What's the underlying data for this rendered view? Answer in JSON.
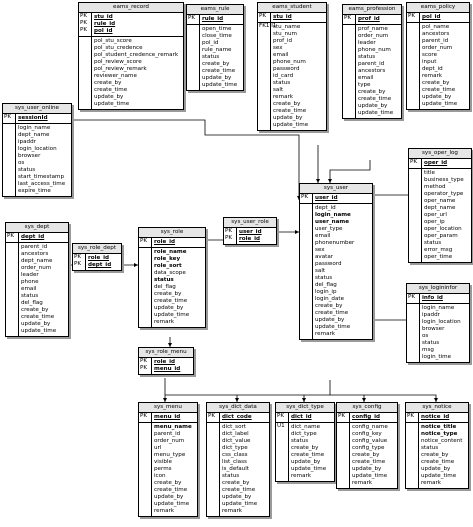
{
  "tables": [
    {
      "id": "eams_record",
      "title": "eams_record",
      "sections": [
        {
          "keys": [
            "PK",
            "PK",
            "PK"
          ],
          "fields": [
            "stu_id",
            "rule_id",
            "pol_id"
          ],
          "bold": true
        },
        {
          "keys": [],
          "fields": [
            "pol_stu_score",
            "pol_stu_credence",
            "pol_student_credence_remark",
            "pol_review_score",
            "pol_review_remark",
            "reviewer_name",
            "create_by",
            "create_time",
            "update_by",
            "update_time"
          ]
        }
      ]
    },
    {
      "id": "eams_rule",
      "title": "eams_rule",
      "sections": [
        {
          "keys": [
            "PK"
          ],
          "fields": [
            "rule_id"
          ],
          "bold": true
        },
        {
          "keys": [],
          "fields": [
            "open_time",
            "close_time",
            "pol_id",
            "rule_name",
            "status",
            "create_by",
            "create_time",
            "update_by",
            "update_time"
          ]
        }
      ]
    },
    {
      "id": "eams_student",
      "title": "eams_student",
      "sections": [
        {
          "keys": [
            "PK"
          ],
          "fields": [
            "stu_id"
          ],
          "bold": true
        },
        {
          "keys": [
            "FK1,I1"
          ],
          "fields": [
            "stu_name",
            "stu_num",
            "prof_id",
            "sex",
            "email",
            "phone_num",
            "password",
            "id_card",
            "status",
            "salt",
            "remark",
            "create_by",
            "create_time",
            "update_by",
            "update_time"
          ]
        }
      ]
    },
    {
      "id": "eams_profession",
      "title": "eams_profession",
      "sections": [
        {
          "keys": [
            "PK"
          ],
          "fields": [
            "prof_id"
          ],
          "bold": true
        },
        {
          "keys": [],
          "fields": [
            "prof_name",
            "order_num",
            "leader",
            "phone_num",
            "status",
            "parent_id",
            "ancestors",
            "email",
            "type",
            "create_by",
            "create_time",
            "update_by",
            "update_time"
          ]
        }
      ]
    },
    {
      "id": "eams_policy",
      "title": "eams_policy",
      "sections": [
        {
          "keys": [
            "PK"
          ],
          "fields": [
            "pol_id"
          ],
          "bold": true
        },
        {
          "keys": [],
          "fields": [
            "pol_name",
            "ancestors",
            "parent_id",
            "order_num",
            "score",
            "input",
            "dept_id",
            "remark",
            "create_by",
            "create_time",
            "update_by",
            "update_time"
          ]
        }
      ]
    },
    {
      "id": "sys_user_online",
      "title": "sys_user_online",
      "sections": [
        {
          "keys": [
            "PK"
          ],
          "fields": [
            "sessionId"
          ],
          "bold": true
        },
        {
          "keys": [],
          "fields": [
            "login_name",
            "dept_name",
            "ipaddr",
            "login_location",
            "browser",
            "os",
            "status",
            "start_timestamp",
            "last_access_time",
            "expire_time"
          ]
        }
      ]
    },
    {
      "id": "sys_oper_log",
      "title": "sys_oper_log",
      "sections": [
        {
          "keys": [
            "PK"
          ],
          "fields": [
            "oper_id"
          ],
          "bold": true
        },
        {
          "keys": [],
          "fields": [
            "title",
            "business_type",
            "method",
            "operator_type",
            "oper_name",
            "dept_name",
            "oper_url",
            "oper_ip",
            "oper_location",
            "oper_param",
            "status",
            "error_msg",
            "oper_time"
          ]
        }
      ]
    },
    {
      "id": "sys_user",
      "title": "sys_user",
      "sections": [
        {
          "keys": [
            "PK"
          ],
          "fields": [
            "user_id"
          ],
          "bold": true
        },
        {
          "keys": [],
          "fields": [
            "dept_id",
            "login_name",
            "user_name",
            "user_type",
            "email",
            "phonenumber",
            "sex",
            "avatar",
            "password",
            "salt",
            "status",
            "del_flag",
            "login_ip",
            "login_date",
            "create_by",
            "create_time",
            "update_by",
            "update_time",
            "remark"
          ],
          "boldItems": [
            "login_name",
            "user_name"
          ]
        }
      ]
    },
    {
      "id": "sys_user_role",
      "title": "sys_user_role",
      "sections": [
        {
          "keys": [
            "PK",
            "PK"
          ],
          "fields": [
            "user_id",
            "role_id"
          ],
          "bold": true
        }
      ]
    },
    {
      "id": "sys_dept",
      "title": "sys_dept",
      "sections": [
        {
          "keys": [
            "PK"
          ],
          "fields": [
            "dept_id"
          ],
          "bold": true
        },
        {
          "keys": [],
          "fields": [
            "parent_id",
            "ancestors",
            "dept_name",
            "order_num",
            "leader",
            "phone",
            "email",
            "status",
            "del_flag",
            "create_by",
            "create_time",
            "update_by",
            "update_time"
          ]
        }
      ]
    },
    {
      "id": "sys_role_dept",
      "title": "sys_role_dept",
      "sections": [
        {
          "keys": [
            "PK",
            "PK"
          ],
          "fields": [
            "role_id",
            "dept_id"
          ],
          "bold": true
        }
      ]
    },
    {
      "id": "sys_role",
      "title": "sys_role",
      "sections": [
        {
          "keys": [
            "PK"
          ],
          "fields": [
            "role_id"
          ],
          "bold": true
        },
        {
          "keys": [],
          "fields": [
            "role_name",
            "role_key",
            "role_sort",
            "data_scope",
            "status",
            "del_flag",
            "create_by",
            "create_time",
            "update_by",
            "update_time",
            "remark"
          ],
          "boldItems": [
            "role_name",
            "role_key",
            "role_sort",
            "status"
          ]
        }
      ]
    },
    {
      "id": "sys_logininfor",
      "title": "sys_logininfor",
      "sections": [
        {
          "keys": [
            "PK"
          ],
          "fields": [
            "info_id"
          ],
          "bold": true
        },
        {
          "keys": [],
          "fields": [
            "login_name",
            "ipaddr",
            "login_location",
            "browser",
            "os",
            "status",
            "msg",
            "login_time"
          ]
        }
      ]
    },
    {
      "id": "sys_role_menu",
      "title": "sys_role_menu",
      "sections": [
        {
          "keys": [
            "PK",
            "PK"
          ],
          "fields": [
            "role_id",
            "menu_id"
          ],
          "bold": true
        }
      ]
    },
    {
      "id": "sys_menu",
      "title": "sys_menu",
      "sections": [
        {
          "keys": [
            "PK"
          ],
          "fields": [
            "menu_id"
          ],
          "bold": true
        },
        {
          "keys": [],
          "fields": [
            "menu_name",
            "parent_id",
            "order_num",
            "url",
            "menu_type",
            "visible",
            "perms",
            "icon",
            "create_by",
            "create_time",
            "update_by",
            "update_time",
            "remark"
          ],
          "boldItems": [
            "menu_name"
          ]
        }
      ]
    },
    {
      "id": "sys_dict_data",
      "title": "sys_dict_data",
      "sections": [
        {
          "keys": [
            "PK"
          ],
          "fields": [
            "dict_code"
          ],
          "bold": true
        },
        {
          "keys": [],
          "fields": [
            "dict_sort",
            "dict_label",
            "dict_value",
            "dict_type",
            "css_class",
            "list_class",
            "is_default",
            "status",
            "create_by",
            "create_time",
            "update_by",
            "update_time",
            "remark"
          ]
        }
      ]
    },
    {
      "id": "sys_dict_type",
      "title": "sys_dict_type",
      "sections": [
        {
          "keys": [
            "PK"
          ],
          "fields": [
            "dict_id"
          ],
          "bold": true
        },
        {
          "keys": [
            "U1"
          ],
          "fields": [
            "dict_name",
            "dict_type",
            "status",
            "create_by",
            "create_time",
            "update_by",
            "update_time",
            "remark"
          ]
        }
      ]
    },
    {
      "id": "sys_config",
      "title": "sys_config",
      "sections": [
        {
          "keys": [
            "PK"
          ],
          "fields": [
            "config_id"
          ],
          "bold": true
        },
        {
          "keys": [],
          "fields": [
            "config_name",
            "config_key",
            "config_value",
            "config_type",
            "create_by",
            "create_time",
            "update_by",
            "update_time",
            "remark"
          ]
        }
      ]
    },
    {
      "id": "sys_notice",
      "title": "sys_notice",
      "sections": [
        {
          "keys": [
            "PK"
          ],
          "fields": [
            "notice_id"
          ],
          "bold": true
        },
        {
          "keys": [],
          "fields": [
            "notice_title",
            "notice_type",
            "notice_content",
            "status",
            "create_by",
            "create_time",
            "update_by",
            "update_time",
            "remark"
          ],
          "boldItems": [
            "notice_title",
            "notice_type"
          ]
        }
      ]
    }
  ]
}
